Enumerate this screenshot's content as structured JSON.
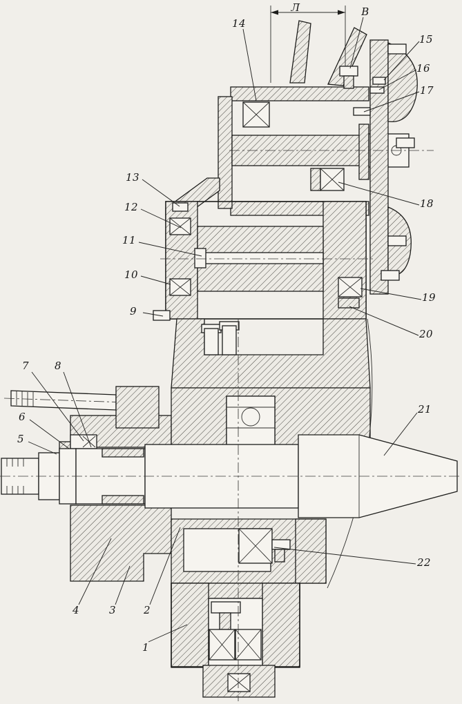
{
  "figure": {
    "type": "sectional-technical-drawing",
    "ink_color": "#1d1d1b",
    "paper_color": "#f1efea",
    "labels": {
      "L": "Л",
      "B": "В",
      "n1": "1",
      "n2": "2",
      "n3": "3",
      "n4": "4",
      "n5": "5",
      "n6": "6",
      "n7": "7",
      "n8": "8",
      "n9": "9",
      "n10": "10",
      "n11": "11",
      "n12": "12",
      "n13": "13",
      "n14": "14",
      "n15": "15",
      "n16": "16",
      "n17": "17",
      "n18": "18",
      "n19": "19",
      "n20": "20",
      "n21": "21",
      "n22": "22"
    }
  }
}
